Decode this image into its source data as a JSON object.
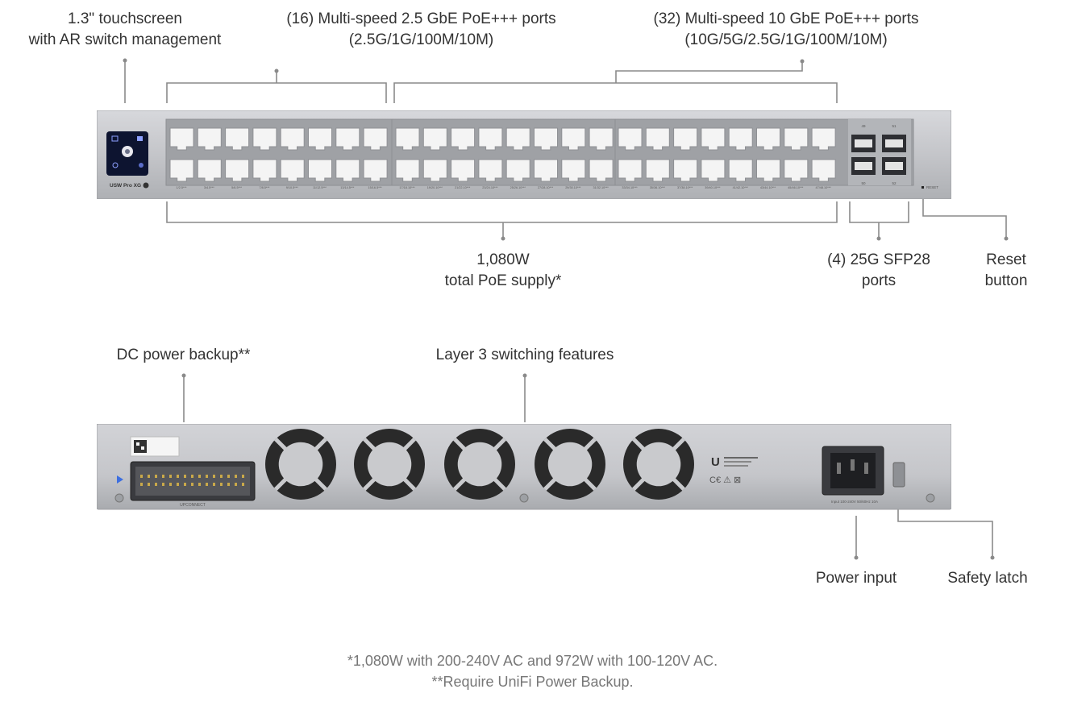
{
  "front_labels": {
    "touchscreen": [
      "1.3\" touchscreen",
      "with AR switch management"
    ],
    "ports_25g": [
      "(16) Multi-speed 2.5 GbE PoE+++ ports",
      "(2.5G/1G/100M/10M)"
    ],
    "ports_10g": [
      "(32) Multi-speed 10 GbE PoE+++ ports",
      "(10G/5G/2.5G/1G/100M/10M)"
    ],
    "poe_supply": [
      "1,080W",
      "total PoE supply*"
    ],
    "sfp": [
      "(4) 25G SFP28",
      "ports"
    ],
    "reset": [
      "Reset",
      "button"
    ]
  },
  "back_labels": {
    "dc_backup": "DC power backup**",
    "layer3": "Layer 3 switching features",
    "power_input": "Power input",
    "safety_latch": "Safety latch"
  },
  "device": {
    "model": "USW Pro XG",
    "reset_text": "RESET",
    "sfp_top": [
      "49",
      "51"
    ],
    "sfp_bottom": [
      "50",
      "52"
    ],
    "port_groups": [
      "1/2.5",
      "3/4.5",
      "5/6.5",
      "7/8.5",
      "9/10.5",
      "11/12.5",
      "13/14.5",
      "15/16.5",
      "17/18.10",
      "19/20.10",
      "21/22.10",
      "23/24.10",
      "25/26.10",
      "27/28.10",
      "29/30.10",
      "31/32.10",
      "33/34.10",
      "35/36.10",
      "37/38.10",
      "39/40.10",
      "41/42.10",
      "43/44.10",
      "45/46.10",
      "47/48.10"
    ],
    "port_mark": "***",
    "connector_label": "UPCONNECT",
    "power_rating": "Input 100-240V 50/60Hz 10A"
  },
  "colors": {
    "chassis": "#c4c5c9",
    "port": "#f4f4f4",
    "fan": "#2a2a2a",
    "leader": "#888888"
  },
  "footnotes": [
    "*1,080W with 200-240V AC and 972W with 100-120V AC.",
    "**Require UniFi Power Backup."
  ]
}
